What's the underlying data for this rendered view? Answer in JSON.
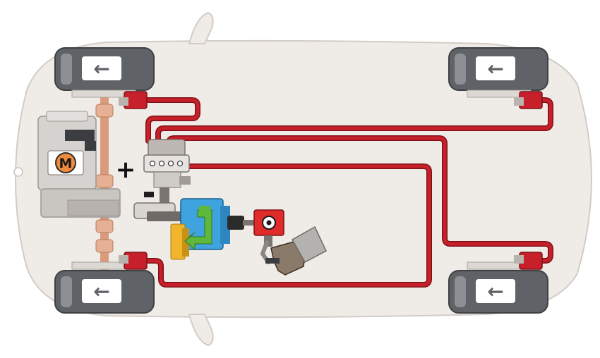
{
  "diagram": {
    "motor_label": "M",
    "plus_symbol": "+",
    "wheel_arrow_glyph": "←",
    "wheels": [
      {
        "id": "front-left",
        "direction": "left"
      },
      {
        "id": "rear-left",
        "direction": "left"
      },
      {
        "id": "front-right",
        "direction": "left"
      },
      {
        "id": "rear-right",
        "direction": "left"
      }
    ]
  },
  "colors": {
    "body_fill": "#efebe7",
    "body_stroke": "#d2ccc6",
    "tire": "#5f6266",
    "tire_highlight": "#8c8f93",
    "brake_line": "#c8202a",
    "brake_line_dark": "#7f1117",
    "axle": "#d99b7c",
    "motor_body": "#d5d2cf",
    "booster_blue": "#3fa3df",
    "valve_green": "#5fb83c",
    "gear_orange": "#f0b52b",
    "pedal_sensor_red": "#e02b2b"
  }
}
